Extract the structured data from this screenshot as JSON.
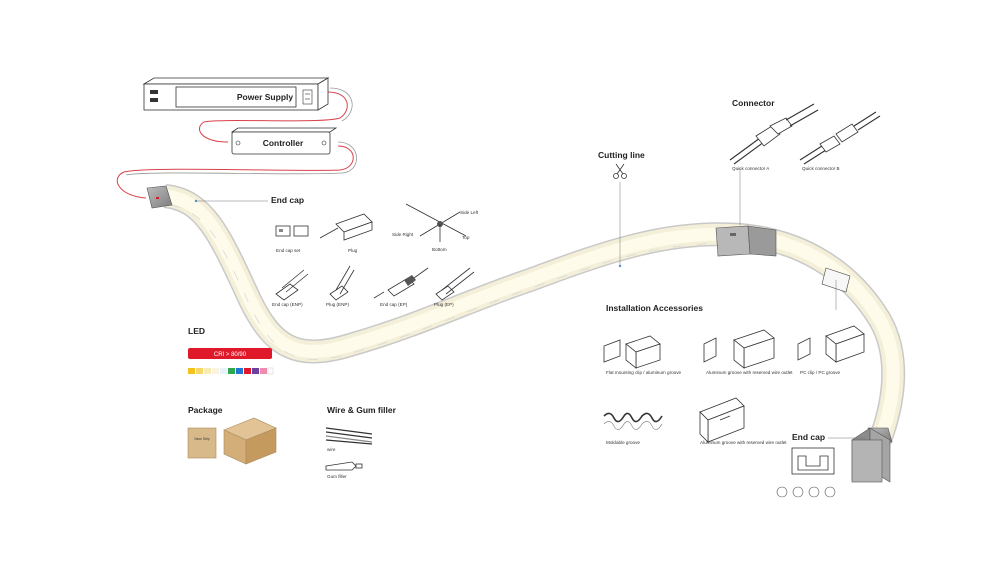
{
  "power_supply": "Power Supply",
  "controller": "Controller",
  "end_cap_top": {
    "title": "End cap",
    "items": [
      "End cap set",
      "Plug",
      "Bottom",
      "Side Left",
      "Side Right",
      "Top",
      "End cap (ENP)",
      "Plug (ENP)",
      "End cap (EP)",
      "Plug (EP)"
    ]
  },
  "led": {
    "title": "LED",
    "cri": "CRI > 80/90"
  },
  "package": {
    "title": "Package",
    "box_label": "Neon Strip"
  },
  "wire": {
    "title": "Wire & Gum filler",
    "wire_label": "wire",
    "gum_label": "Gum filler"
  },
  "cutting_line": "Cutting line",
  "connector": {
    "title": "Connector",
    "a": "Quick connector A",
    "b": "Quick connector B"
  },
  "installation": {
    "title": "Installation Accessories",
    "items": [
      "Flat mounting clip / aluminum groove",
      "Aluminum groove with reserved wire outlet",
      "PC clip / PC groove",
      "Moldable groove",
      "Aluminum groove with reserved wire outlet"
    ]
  },
  "end_cap_bottom": "End cap",
  "colors": {
    "red": "#e0192a",
    "strip_glow": "#fdf8e3",
    "strip_edge": "#c9c9c9",
    "wire": "#d9424b"
  }
}
